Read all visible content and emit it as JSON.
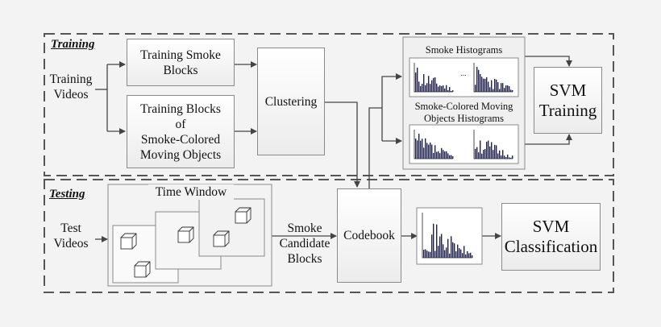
{
  "training": {
    "panel_label": "Training",
    "input_label": "Training\nVideos",
    "smoke_blocks": "Training Smoke\nBlocks",
    "smoke_colored_blocks": "Training Blocks\nof\nSmoke-Colored\nMoving Objects",
    "clustering": "Clustering",
    "smoke_histograms": "Smoke Histograms",
    "smoke_colored_histograms": "Smoke-Colored Moving\nObjects Histograms",
    "ellipsis": "...",
    "svm_training": "SVM\nTraining"
  },
  "testing": {
    "panel_label": "Testing",
    "input_label": "Test\nVideos",
    "time_window": "Time Window",
    "candidate_label": "Smoke\nCandidate\nBlocks",
    "codebook": "Codebook",
    "svm_classification": "SVM\nClassification"
  },
  "colors": {
    "bar": "#1c1c6e",
    "arrow": "#444444",
    "dashed_border": "#555555"
  }
}
